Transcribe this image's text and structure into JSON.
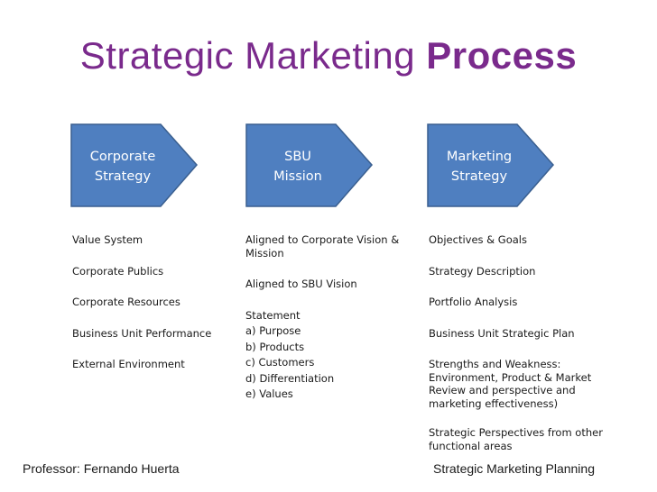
{
  "title": {
    "normal": "Strategic Marketing ",
    "bold": "Process"
  },
  "colors": {
    "title": "#7a2a8c",
    "arrow_fill": "#4f7fc0",
    "arrow_stroke": "#3a5f8f"
  },
  "steps": [
    {
      "line1": "Corporate",
      "line2": "Strategy"
    },
    {
      "line1": "SBU",
      "line2": "Mission"
    },
    {
      "line1": "Marketing",
      "line2": "Strategy"
    }
  ],
  "columns": [
    {
      "items": [
        "Value System",
        "Corporate Publics",
        "Corporate Resources",
        "Business Unit Performance",
        "External Environment"
      ]
    },
    {
      "items": [
        "Aligned to Corporate Vision & Mission",
        "Aligned to SBU Vision"
      ],
      "statement": "Statement",
      "sub_items": [
        "a)  Purpose",
        "b)  Products",
        "c)  Customers",
        "d)  Differentiation",
        "e)  Values"
      ]
    },
    {
      "items": [
        "Objectives & Goals",
        "Strategy Description",
        "Portfolio Analysis",
        "Business Unit Strategic Plan",
        "Strengths and Weakness: Environment, Product & Market Review and perspective and marketing effectiveness)",
        "Strategic Perspectives from other functional areas"
      ]
    }
  ],
  "footer": {
    "left": "Professor: Fernando Huerta",
    "right": "Strategic Marketing Planning"
  }
}
